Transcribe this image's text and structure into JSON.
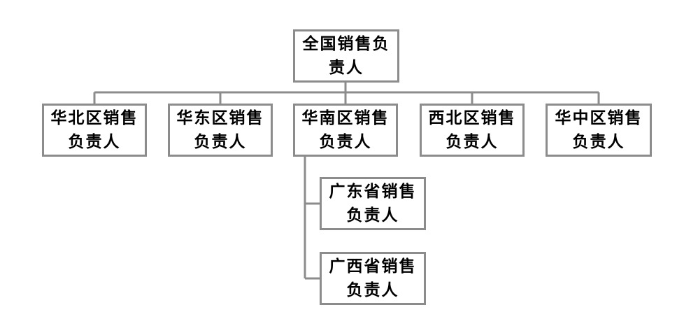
{
  "org_chart": {
    "root": {
      "label": "全国销售负责人"
    },
    "regions": [
      {
        "label": "华北区销售负责人"
      },
      {
        "label": "华东区销售负责人"
      },
      {
        "label": "华南区销售负责人"
      },
      {
        "label": "西北区销售负责人"
      },
      {
        "label": "华中区销售负责人"
      }
    ],
    "south_children": [
      {
        "label": "广东省销售负责人"
      },
      {
        "label": "广西省销售负责人"
      }
    ]
  }
}
